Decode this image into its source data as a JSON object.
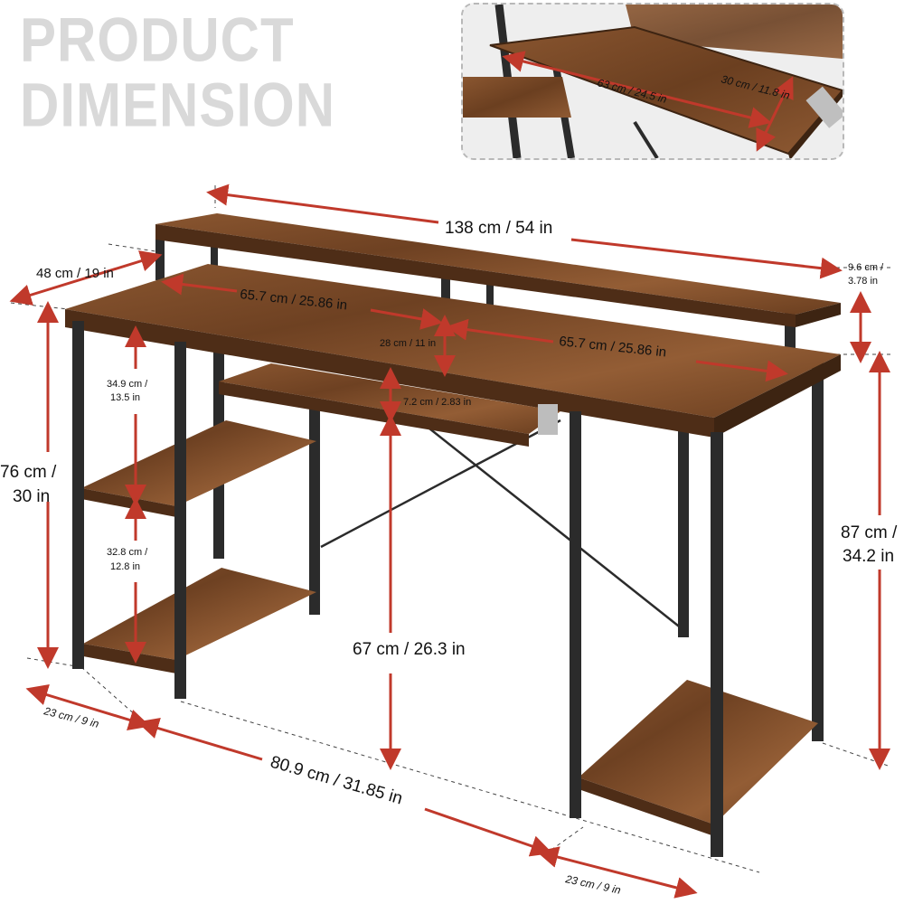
{
  "title": {
    "line1": "PRODUCT",
    "line2": "DIMENSION"
  },
  "inset": {
    "length": "63 cm / 24.5 in",
    "depth": "30 cm / 11.8 in"
  },
  "dimensions": {
    "total_width": "138 cm / 54 in",
    "depth": "48 cm / 19 in",
    "riser_height": "9.6 cm / 3.78 in",
    "shelf_left": "65.7 cm / 25.86 in",
    "shelf_right": "65.7 cm / 25.86 in",
    "shelf_height": "28 cm / 11 in",
    "tray_gap": "7.2 cm / 2.83 in",
    "upper_shelf_gap": "34.9 cm / 13.5 in",
    "lower_shelf_gap": "32.8 cm / 12.8 in",
    "desk_height": "76 cm / 30 in",
    "total_height": "87 cm / 34.2 in",
    "knee_height": "67 cm / 26.3 in",
    "inner_width": "80.9 cm / 31.85 in",
    "left_shelf_width": "23 cm / 9 in",
    "right_shelf_width": "23 cm / 9 in"
  },
  "colors": {
    "wood": "#7a4a26",
    "wood_dark": "#4e2d17",
    "frame": "#2b2b2b",
    "arrow": "#c0392b"
  }
}
